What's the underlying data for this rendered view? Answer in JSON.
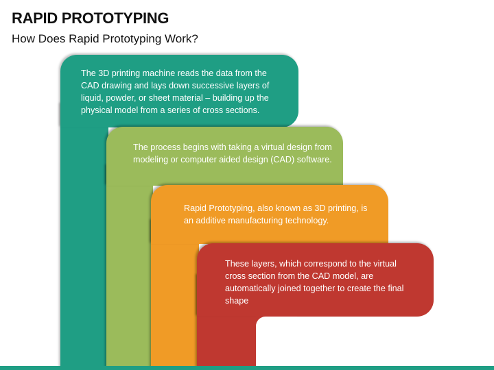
{
  "header": {
    "title": "RAPID PROTOTYPING",
    "subtitle": "How Does Rapid Prototyping Work?"
  },
  "colors": {
    "teal": "#1f9e84",
    "green": "#9bbb5b",
    "orange": "#f09b26",
    "red": "#bf3830",
    "bottom_strip": "#1f9e84"
  },
  "layers": [
    {
      "color": "teal",
      "text": "The 3D printing machine reads the data from the CAD drawing and lays down successive layers of liquid, powder, or sheet material – building up the physical model from a series of cross sections."
    },
    {
      "color": "green",
      "text": "The process begins with taking a virtual design from modeling or computer aided design (CAD) software."
    },
    {
      "color": "orange",
      "text": "Rapid Prototyping, also known as 3D printing, is an additive manufacturing technology."
    },
    {
      "color": "red",
      "text": "These layers, which correspond to the virtual cross section from the CAD model, are automatically joined together to create the final shape"
    }
  ]
}
